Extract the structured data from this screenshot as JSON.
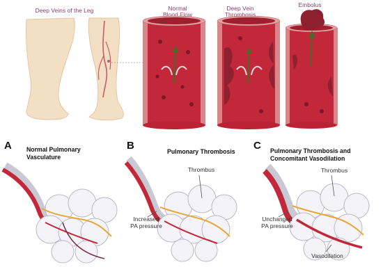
{
  "top": {
    "legs_caption": "Deep Veins of the Leg",
    "vessel_1_caption": "Normal\nBlood Flow",
    "vessel_2_caption": "Deep Vein\nThrombosis",
    "vessel_3_caption": "Embolus"
  },
  "panels": [
    {
      "letter": "A",
      "title": "Normal Pulmonary\nVasculature",
      "annotations": []
    },
    {
      "letter": "B",
      "title": "Pulmonary Thrombosis",
      "annotations": [
        "Thrombus",
        "Increased\nPA pressure"
      ]
    },
    {
      "letter": "C",
      "title": "Pulmonary Thrombosis and\nConcomitant Vasodilation",
      "annotations": [
        "Thrombus",
        "Unchanged\nPA pressure",
        "Vasodilation"
      ]
    }
  ],
  "colors": {
    "vessel_wall": "#d8868a",
    "vessel_lumen": "#c2273a",
    "clot": "#8e2130",
    "skin": "#f3dfc4",
    "arrow": "#4a6a2a"
  }
}
